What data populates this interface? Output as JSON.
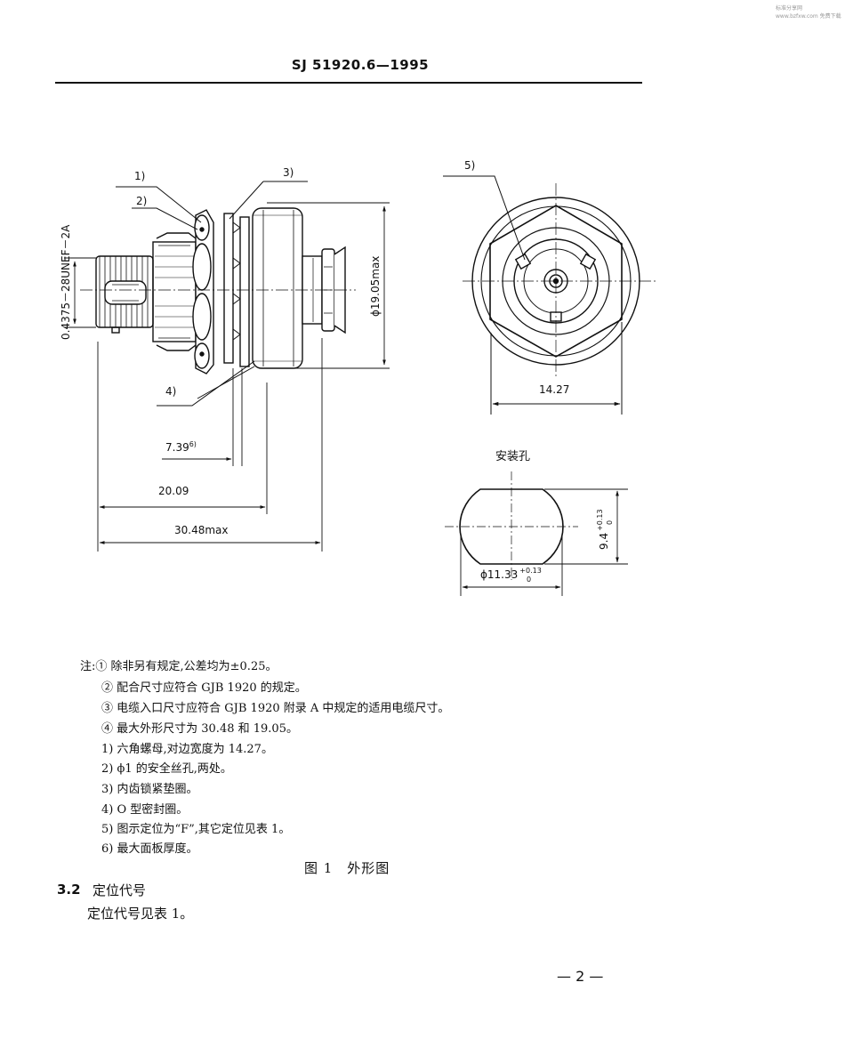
{
  "header": {
    "code": "SJ 51920.6—1995"
  },
  "corner_mark": "标准分享网 www.bzfxw.com 免费下载",
  "figure": {
    "callouts": {
      "c1": "1)",
      "c2": "2)",
      "c3": "3)",
      "c4": "4)",
      "c5": "5)"
    },
    "thread_label": "0.4375－28UNEF－2A",
    "dia_label": "ϕ19.05max",
    "dim_7_39": "7.39",
    "dim_7_39_sup": "6)",
    "dim_20_09": "20.09",
    "dim_30_48": "30.48max",
    "dim_14_27": "14.27",
    "mount_title": "安装孔",
    "hole_width_main": "ϕ11.33",
    "hole_width_tol": "+0.13",
    "hole_width_tol_low": "0",
    "hole_height_main": "9.4",
    "hole_height_tol": "+0.13",
    "hole_height_tol_low": "0"
  },
  "notes": [
    "注:① 除非另有规定,公差均为±0.25。",
    "② 配合尺寸应符合 GJB 1920 的规定。",
    "③ 电缆入口尺寸应符合 GJB 1920 附录 A 中规定的适用电缆尺寸。",
    "④ 最大外形尺寸为 30.48 和 19.05。",
    "1) 六角螺母,对边宽度为 14.27。",
    "2) ϕ1 的安全丝孔,两处。",
    "3) 内齿锁紧垫圈。",
    "4) O 型密封圈。",
    "5) 图示定位为“F”,其它定位见表 1。",
    "6) 最大面板厚度。"
  ],
  "caption": "图 1　外形图",
  "section": {
    "number": "3.2",
    "title": "定位代号",
    "body": "定位代号见表 1。"
  },
  "page_number": "— 2 —"
}
